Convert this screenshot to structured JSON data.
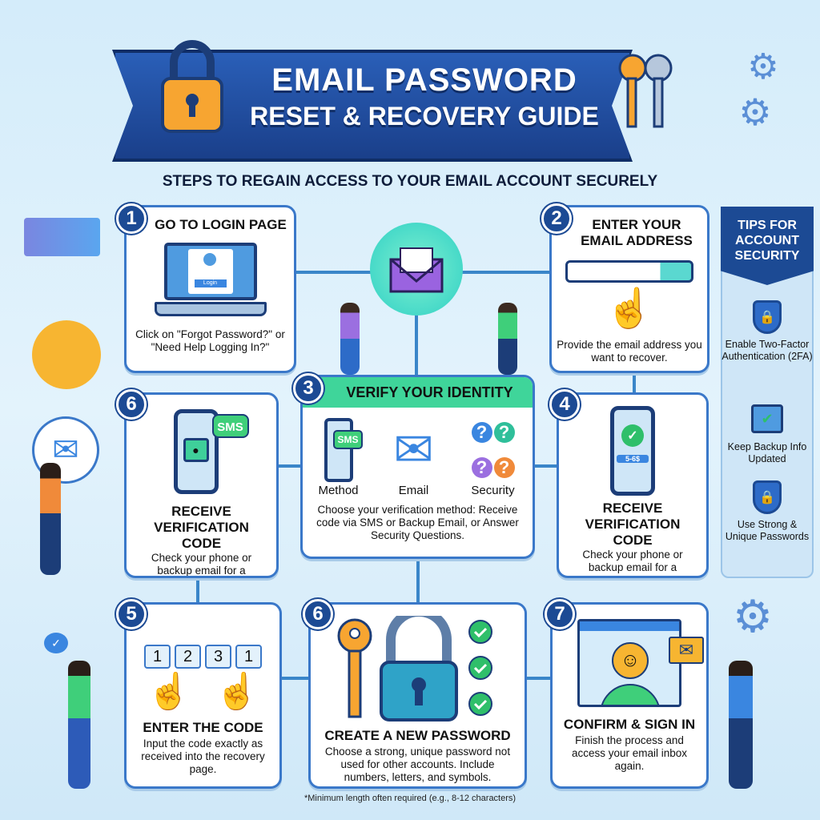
{
  "header": {
    "title_line1": "EMAIL PASSWORD",
    "title_line2": "RESET & RECOVERY GUIDE",
    "subtitle": "STEPS TO REGAIN ACCESS TO YOUR EMAIL ACCOUNT SECURELY"
  },
  "steps": [
    {
      "number": "1",
      "title": "GO TO LOGIN PAGE",
      "text": "Click on \"Forgot Password?\" or \"Need Help Logging In?\"",
      "login_button": "Login"
    },
    {
      "number": "2",
      "title": "ENTER YOUR EMAIL ADDRESS",
      "text": "Provide the email address you want to recover."
    },
    {
      "number": "3",
      "title": "VERIFY YOUR IDENTITY",
      "methods": [
        "Method",
        "Email",
        "Security"
      ],
      "sms": "SMS",
      "text": "Choose your verification method: Receive code via SMS or Backup Email, or Answer Security Questions."
    },
    {
      "number": "4",
      "title": "RECEIVE VERIFICATION CODE",
      "text": "Check your phone or backup email for a security code.",
      "code": "5-6$"
    },
    {
      "number": "5",
      "title": "ENTER THE CODE",
      "text": "Input the code exactly as received into the recovery page.",
      "digits": [
        "1",
        "2",
        "3",
        "1"
      ]
    },
    {
      "number": "6",
      "title": "CREATE A NEW PASSWORD",
      "text": "Choose a strong, unique password not used for other accounts. Include numbers, letters, and symbols."
    },
    {
      "number": "7",
      "title": "CONFIRM & SIGN IN",
      "text": "Finish the process and access your email inbox again."
    }
  ],
  "left_card": {
    "number": "6",
    "title": "RECEIVE VERIFICATION CODE",
    "text": "Check your phone or backup email for a security code.",
    "sms": "SMS"
  },
  "tips": {
    "title": "TIPS FOR ACCOUNT SECURITY",
    "items": [
      "Enable Two-Factor Authentication (2FA)",
      "Keep Backup Info Updated",
      "Use Strong & Unique Passwords"
    ]
  },
  "footnote": "*Minimum length often required (e.g., 8-12 characters)",
  "colors": {
    "navy": "#1c4a94",
    "accent_green": "#3fd59a",
    "card_border": "#3a78c9",
    "background": "#d9eefa"
  }
}
